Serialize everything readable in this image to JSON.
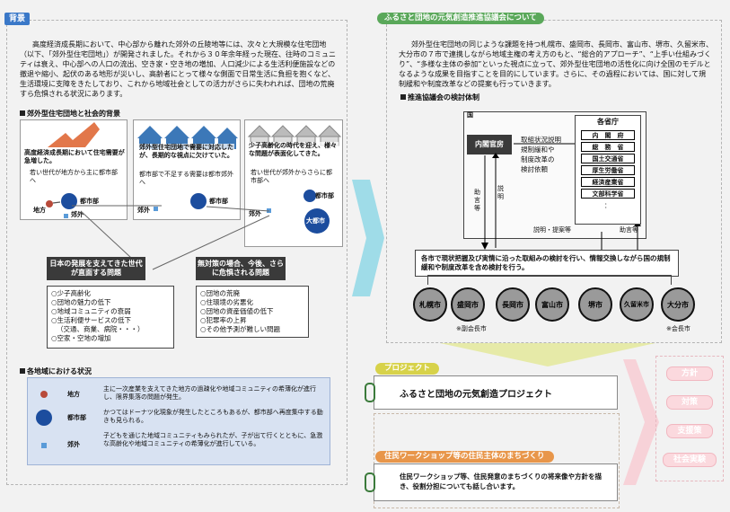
{
  "left": {
    "tag": "背景",
    "intro": "高度経済成長期において、中心部から離れた郊外の丘陵地等には、次々と大規模な住宅団地（以下、「郊外型住宅団地」）が開発されました。それから３０年余年経った現在、往時のコミュニティは衰え、中心部への人口の流出、空き家・空き地の増加、人口減少による生活利便施設などの撤退や縮小、起伏のある地形が災いし、高齢者にとって様々な側面で日常生活に負担を抱くなど、生活環境に支障をきたしており、これから地域社会としての活力がさらに失われれば、団地の荒廃すら危惧される状況にあります。",
    "sec1": "郊外型住宅団地と社会的背景",
    "scene1_title": "高度経済成長期において住宅需要が急増した。",
    "scene1_sub": "若い世代が地方から主に都市部へ",
    "scene2_title": "郊外型住宅団地で需要に対応したが、長期的な視点に欠けていた。",
    "scene2_sub": "都市部で不足する需要は都市郊外へ",
    "scene3_title": "少子高齢化の時代を迎え、様々な問題が表面化してきた。",
    "scene3_sub": "若い世代が郊外からさらに都市部へ",
    "lbl_chiho": "地方",
    "lbl_toshibu": "都市部",
    "lbl_kogai": "郊外",
    "lbl_kogai2": "郊外",
    "lbl_toshibu2": "都市部",
    "lbl_kogai3": "郊外",
    "lbl_city": "都市部",
    "lbl_bigcity": "大都市",
    "box_left_title": "日本の発展を支えてきた世代が直面する問題",
    "box_left_items": [
      "少子高齢化",
      "団地の魅力の低下",
      "地域コミュニティの衰弱",
      "生活利便サービスの低下",
      "（交通、商業、病院・・・）",
      "空家・空地の増加"
    ],
    "box_right_title": "無対策の場合、今後、さらに危惧される問題",
    "box_right_items": [
      "団地の荒廃",
      "住環境の劣悪化",
      "団地の資産価値の低下",
      "犯罪率の上昇",
      "その他予測が難しい問題"
    ],
    "sec2": "各地域における状況",
    "legend": [
      {
        "label": "地方",
        "desc": "主に一次産業を支えてきた地方の過疎化や地域コミュニティの希薄化が進行し、限界集落の問題が発生。"
      },
      {
        "label": "都市部",
        "desc": "かつてはドーナツ化現象が発生したところもあるが、都市部へ再度集中する動きも見られる。"
      },
      {
        "label": "郊外",
        "desc": "子どもを通じた地域コミュニティもみられたが、子が出て行くとともに、急激な高齢化や地域コミュニティの希薄化が進行している。"
      }
    ]
  },
  "right": {
    "tag": "ふるさと団地の元気創造推進協議会について",
    "intro": "郊外型住宅団地の同じような課題を持つ札幌市、盛岡市、長岡市、富山市、堺市、久留米市、大分市の７市で連携しながら地域主権の考え方のもと、“総合的アプローチ”、“上手い仕組みづくり”、“多様な主体の参加”といった視点に立って、郊外型住宅団地の活性化に向け全国のモデルとなるような成果を目指すことを目的にしています。さらに、その過程においては、国に対して規制緩和や制度改革などの提案も行っていきます。",
    "sec": "推進協議会の検討体制",
    "kuni": "国",
    "naikaku": "内閣官房",
    "kakushocho": "各省庁",
    "agencies": [
      "内　閣　府",
      "総　務　省",
      "国土交通省",
      "厚生労働省",
      "経済産業省",
      "文部科学省"
    ],
    "agencies_more": "：",
    "req_lines": [
      "取組状況説明",
      "規制緩和や",
      "制度改革の",
      "検討依頼"
    ],
    "jogentou": "助言等",
    "setsumei": "説明",
    "setsumei_teian": "説明・提案等",
    "jogentou2": "助言等",
    "city_box": "各市で現状把握及び実情に沿った取組みの検討を行い、情報交換しながら国の規制緩和や制度改革を含め検討を行う。",
    "cities": [
      "札幌市",
      "盛岡市",
      "長岡市",
      "富山市",
      "堺市",
      "久留米市",
      "大分市"
    ],
    "note_left": "※副会長市",
    "note_right": "※会長市",
    "project_tag": "プロジェクト",
    "project_title": "ふるさと団地の元気創造プロジェクト",
    "ws_tag": "住民ワークショップ等の住民主体のまちづくり",
    "ws_text": "住民ワークショップ等、住民発意のまちづくりの将来像や方針を描き、役割分担についても話し合います。",
    "outputs": [
      "方針",
      "対策",
      "支援策",
      "社会実験"
    ]
  },
  "colors": {
    "blue": "#3a78c8",
    "green": "#5aa85a",
    "yellow": "#d7d24a",
    "orange": "#e8964a",
    "pink": "#fbd9de",
    "cyan": "#7fd0e0"
  }
}
